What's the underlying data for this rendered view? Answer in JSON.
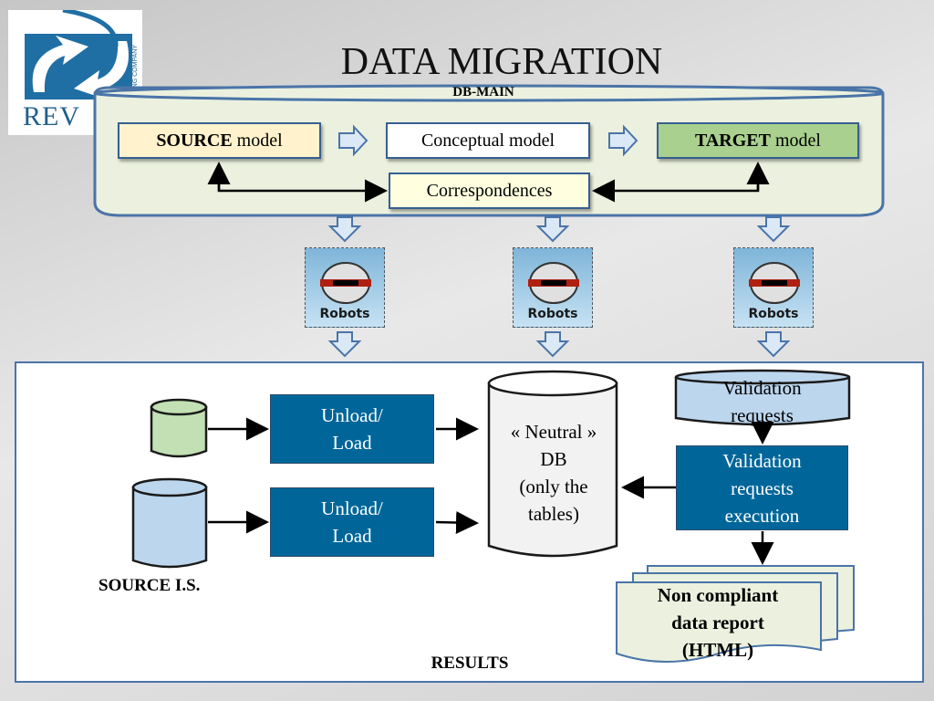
{
  "logo": {
    "text": "REV",
    "side_text": "DELING COMPANY"
  },
  "title": "DATA MIGRATION",
  "db_main": {
    "label": "DB-MAIN",
    "source_prefix": "SOURCE",
    "source_suffix": " model",
    "conceptual": "Conceptual model",
    "target_prefix": "TARGET",
    "target_suffix": " model",
    "correspondences": "Correspondences"
  },
  "robots": [
    {
      "label": "Robots"
    },
    {
      "label": "Robots"
    },
    {
      "label": "Robots"
    }
  ],
  "results": {
    "unload_1": [
      "Unload/",
      "Load"
    ],
    "unload_2": [
      "Unload/",
      "Load"
    ],
    "neutral_db": [
      "« Neutral »",
      "DB",
      "(only the",
      "tables)"
    ],
    "validation_requests": [
      "Validation",
      "requests"
    ],
    "validation_exec": [
      "Validation",
      "requests",
      "execution"
    ],
    "report": [
      "Non compliant",
      "data report",
      "(HTML)"
    ],
    "source_is": "SOURCE I.S.",
    "label": "RESULTS"
  },
  "colors": {
    "panel_fill": "#ebf1de",
    "panel_border": "#4a74a8",
    "box_blue": "#006699",
    "source_db_green": "#c3e0b4",
    "source_db_blue": "#bcd6ee"
  }
}
